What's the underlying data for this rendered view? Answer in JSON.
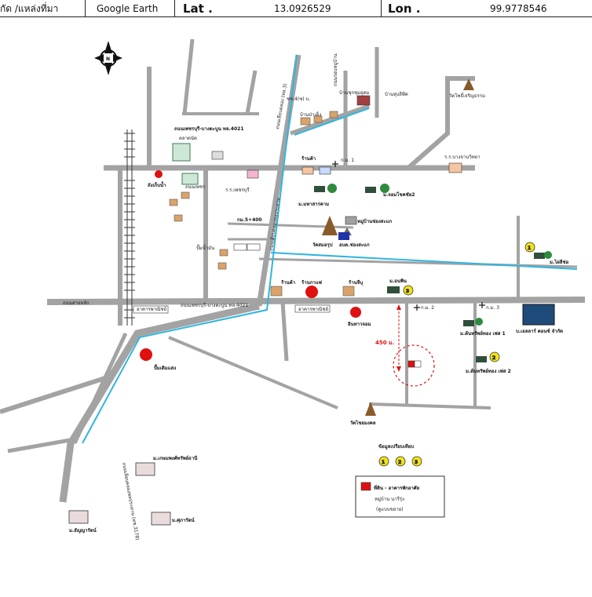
{
  "header": {
    "location_label": "กัด /แหล่งที่มา",
    "source_value": "Google Earth",
    "lat_label": "Lat .",
    "lat_value": "13.0926529",
    "lon_label": "Lon .",
    "lon_value": "99.9778546"
  },
  "map": {
    "labels": {
      "road_4021": "ถนนเพชรบุรี-บางตะบูน ทล.4021",
      "road_4021_low": "ถนนเพชรบุรี-บางตะบูน ทล.4021",
      "market": "ตลาดนัด",
      "uni_khao": "ถนนเพชร",
      "water_tower": "ถังเก็บน้ำ",
      "school_a": "ร.ร.เพชรบุรี",
      "km_5_400": "กม.5+400",
      "wat_dao": "วัดสมอรุป",
      "aobo": "อบต.ช่องสะแก",
      "village_mahachai": "ม.มหาสารคาม",
      "village_chokchai": "ม.จอมโชคชัย2",
      "village_chongsakae": "หมู่บ้านช่องสะแก",
      "km1": "ก.ม. 1",
      "km2": "ก.ม. 2",
      "km3": "ก.ม. 3",
      "school_chang": "ร.ร.บางจานวิทยา",
      "wat_top": "วัดโพธิ์เจริญธรรม",
      "v_top1": "บ้านชุกชุมอุดม",
      "v_top2": "บ้านทุ่งลีพีค",
      "v_top3": "บ้านป่าเด็ง",
      "rd_4": "ชช.4(ซ) บ.",
      "km_right": "ถนนรอบหมู่บ้าน",
      "shop1": "ร้านค้า",
      "shop2": "ร้านกาแฟ",
      "shop3": "ร้านจีบุ",
      "shop4": "ร้านค้า",
      "m_anchan": "ม.อนพิน",
      "station": "ปั๊มน้ำมัน",
      "gas": "ปั๊มเติมแสง",
      "gas2": "อินทาวจอม",
      "dist": "450 ม.",
      "mtoran": "ม.ต้นทรัพย์ทอง เฟส 1",
      "mtoran2": "ม.ต้นทรัพย์ทอง เฟส 2",
      "enter": "บ.เอลลาร์ คอนซ์ จำกัด",
      "mkaew": "ม.ไผ่ลีช่อ",
      "wat_bottom": "วัดไชยมงคล",
      "compare": "ข้อมูลเปรียบเทียบ",
      "legend_line1": "ที่ดิน - อาคารพักอาศัย",
      "legend_line2": "หมู่บ้าน นารีรุ่ง",
      "legend_line3": "(ดูแบบขยาย)",
      "v_kasem": "ม.เกษมพงศ์ทรัพย์ธานี",
      "v_sup": "ม.ศุภารัตน์",
      "v_rung": "ม.ธัญญารัตน์",
      "road_3178": "ถนนเลียบคลองชลประทาน (ทช.3178)",
      "road_vertical": "ถนนเลียบคลอง (ทล.3)",
      "road_left": "ถนนสายหลัก",
      "label_rong": "อาคารพาณิชย์",
      "label_rong2": "อาคารพาณิชย์",
      "cement_road": "ถนนเลียบคลองชลประทาน",
      "n1": "1",
      "n2": "2",
      "n3": "3",
      "north": "N"
    }
  },
  "colors": {
    "road": "#a3a3a3",
    "canal": "#2fb6e0",
    "rail": "#333333",
    "red": "#e01010",
    "marker": "#f0e21a"
  }
}
